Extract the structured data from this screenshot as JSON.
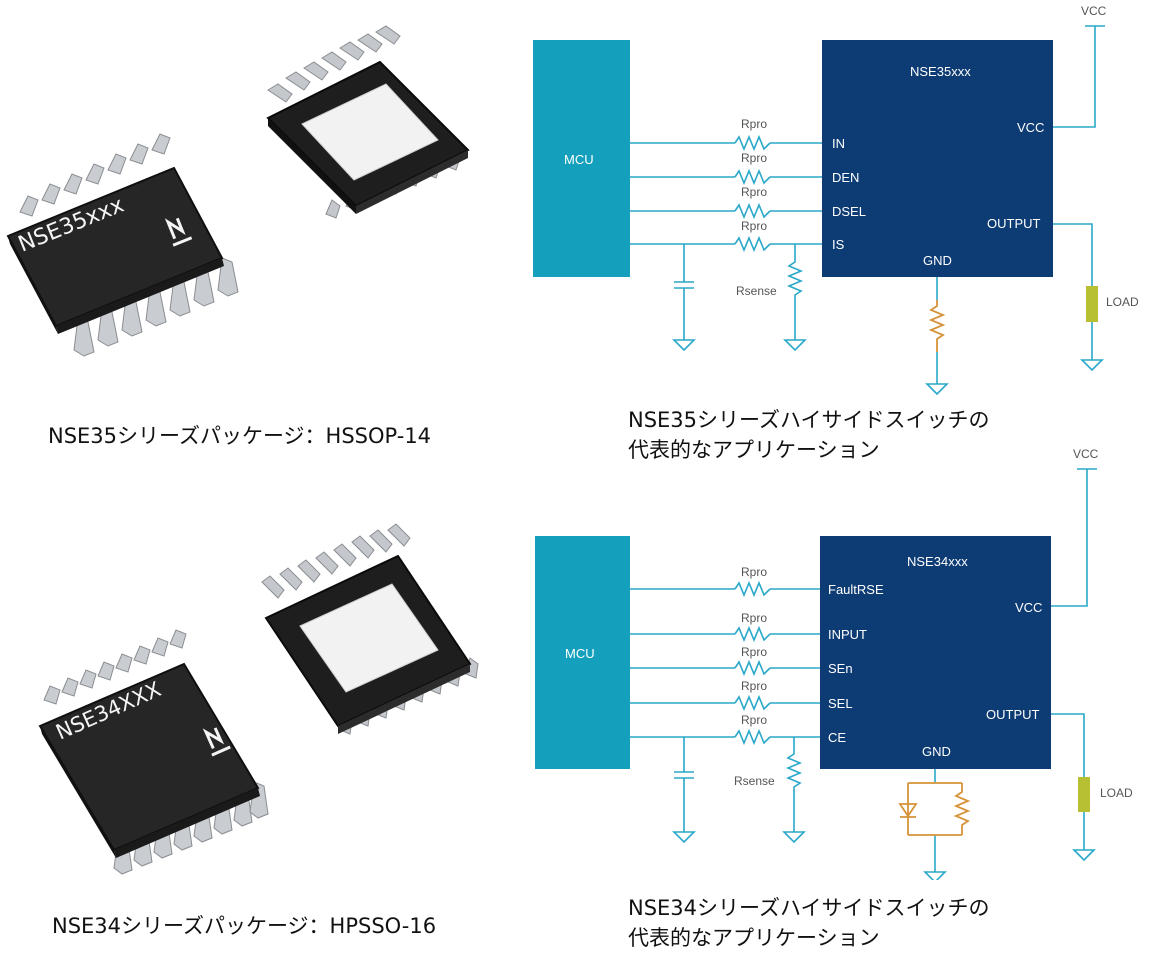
{
  "colors": {
    "mcu": "#14a0bd",
    "ic": "#0d3b73",
    "wire": "#2aa8c9",
    "gnd_resistor": "#d6943a",
    "load": "#b7bf32",
    "chip_body": "#232323",
    "lead": "#c9ccd0"
  },
  "top": {
    "chip_marking": "NSE35xxx",
    "package_caption": "NSE35シリーズパッケージ：HSSOP-14",
    "app_caption_line1": "NSE35シリーズハイサイドスイッチの",
    "app_caption_line2": "代表的なアプリケーション",
    "schematic": {
      "vcc_label": "VCC",
      "mcu_label": "MCU",
      "ic_label": "NSE35xxx",
      "resistor_label": "Rpro",
      "pins": [
        "IN",
        "DEN",
        "DSEL",
        "IS"
      ],
      "vcc_pin": "VCC",
      "output_pin": "OUTPUT",
      "gnd_pin": "GND",
      "rsense_label": "Rsense",
      "load_label": "LOAD"
    }
  },
  "bottom": {
    "chip_marking": "NSE34XXX",
    "package_caption": "NSE34シリーズパッケージ：HPSSO-16",
    "app_caption_line1": "NSE34シリーズハイサイドスイッチの",
    "app_caption_line2": "代表的なアプリケーション",
    "schematic": {
      "vcc_label": "VCC",
      "mcu_label": "MCU",
      "ic_label": "NSE34xxx",
      "resistor_label": "Rpro",
      "pins": [
        "FaultRSE",
        "INPUT",
        "SEn",
        "SEL",
        "CE"
      ],
      "vcc_pin": "VCC",
      "output_pin": "OUTPUT",
      "gnd_pin": "GND",
      "rsense_label": "Rsense",
      "load_label": "LOAD"
    }
  }
}
